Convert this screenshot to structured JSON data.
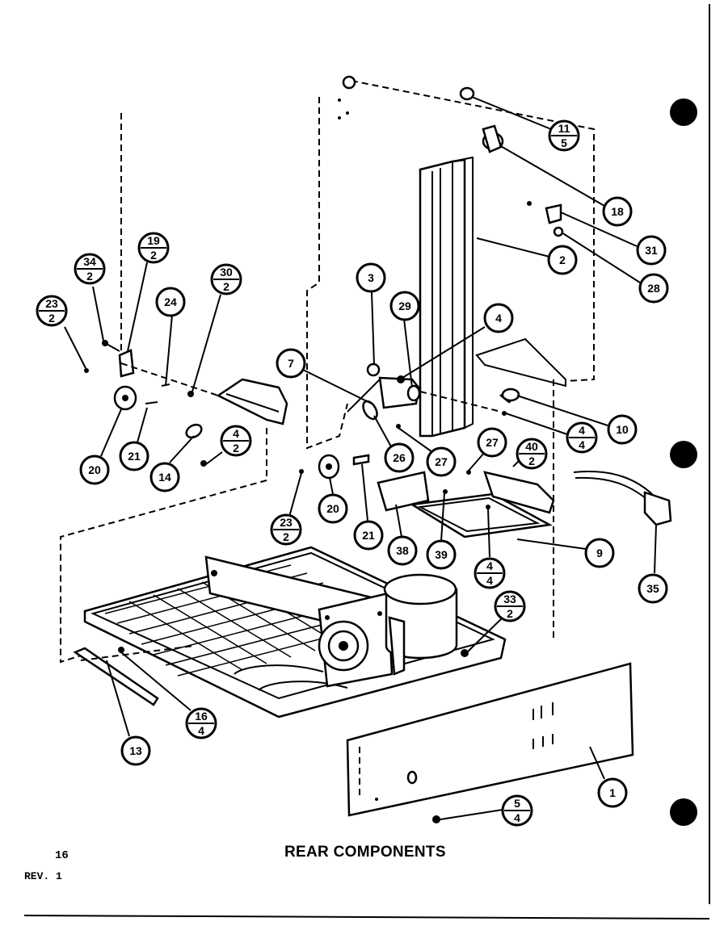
{
  "title": "REAR COMPONENTS",
  "page_number": "16",
  "revision": "REV. 1",
  "callouts": [
    {
      "n": "11",
      "d": "5"
    },
    {
      "n": "18"
    },
    {
      "n": "31"
    },
    {
      "n": "28"
    },
    {
      "n": "2"
    },
    {
      "n": "3"
    },
    {
      "n": "29"
    },
    {
      "n": "4"
    },
    {
      "n": "7"
    },
    {
      "n": "10"
    },
    {
      "n": "4",
      "d": "4"
    },
    {
      "n": "26"
    },
    {
      "n": "27"
    },
    {
      "n": "27"
    },
    {
      "n": "40",
      "d": "2"
    },
    {
      "n": "35"
    },
    {
      "n": "9"
    },
    {
      "n": "38"
    },
    {
      "n": "39"
    },
    {
      "n": "4",
      "d": "4"
    },
    {
      "n": "19",
      "d": "2"
    },
    {
      "n": "34",
      "d": "2"
    },
    {
      "n": "23",
      "d": "2"
    },
    {
      "n": "24"
    },
    {
      "n": "30",
      "d": "2"
    },
    {
      "n": "20"
    },
    {
      "n": "21"
    },
    {
      "n": "14"
    },
    {
      "n": "4",
      "d": "2"
    },
    {
      "n": "23",
      "d": "2"
    },
    {
      "n": "20"
    },
    {
      "n": "21"
    },
    {
      "n": "33",
      "d": "2"
    },
    {
      "n": "13"
    },
    {
      "n": "16",
      "d": "4"
    },
    {
      "n": "1"
    },
    {
      "n": "5",
      "d": "4"
    }
  ]
}
